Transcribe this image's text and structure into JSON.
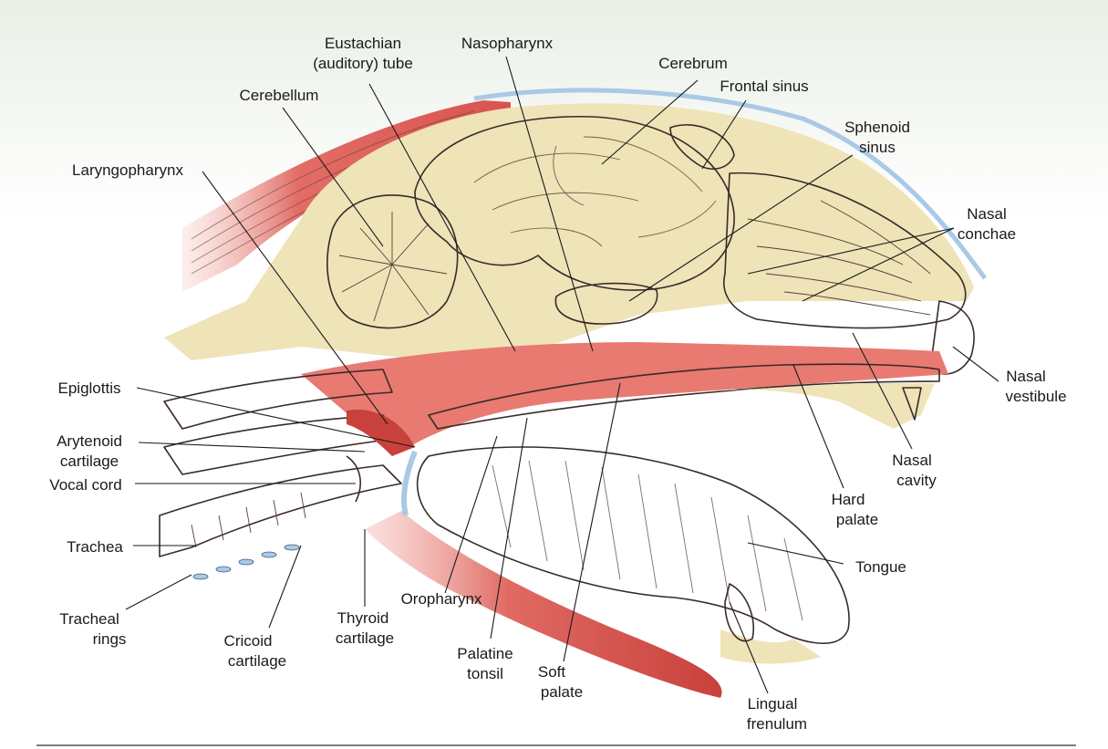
{
  "colors": {
    "muscle_red": "#d9534f",
    "dark_red": "#c0392b",
    "pink_tissue": "#f4b9b2",
    "light_pink": "#f8d4cd",
    "bone_cream": "#efe3b8",
    "cartilage_blue": "#a9c9e6",
    "label_text": "#1a1a1a"
  },
  "labels": {
    "eustachian_1": "Eustachian",
    "eustachian_2": "(auditory) tube",
    "nasopharynx": "Nasopharynx",
    "cerebrum": "Cerebrum",
    "frontal_sinus": "Frontal sinus",
    "cerebellum": "Cerebellum",
    "sphenoid_1": "Sphenoid",
    "sphenoid_2": "sinus",
    "laryngopharynx": "Laryngopharynx",
    "nasal_conchae_1": "Nasal",
    "nasal_conchae_2": "conchae",
    "nasal_vestibule_1": "Nasal",
    "nasal_vestibule_2": "vestibule",
    "epiglottis": "Epiglottis",
    "arytenoid_1": "Arytenoid",
    "arytenoid_2": "cartilage",
    "vocal_cord": "Vocal cord",
    "nasal_cavity_1": "Nasal",
    "nasal_cavity_2": "cavity",
    "hard_palate_1": "Hard",
    "hard_palate_2": "palate",
    "trachea": "Trachea",
    "tongue": "Tongue",
    "oropharynx": "Oropharynx",
    "tracheal_rings_1": "Tracheal",
    "tracheal_rings_2": "rings",
    "cricoid_1": "Cricoid",
    "cricoid_2": "cartilage",
    "thyroid_1": "Thyroid",
    "thyroid_2": "cartilage",
    "palatine_1": "Palatine",
    "palatine_2": "tonsil",
    "soft_palate_1": "Soft",
    "soft_palate_2": "palate",
    "lingual_1": "Lingual",
    "lingual_2": "frenulum"
  }
}
